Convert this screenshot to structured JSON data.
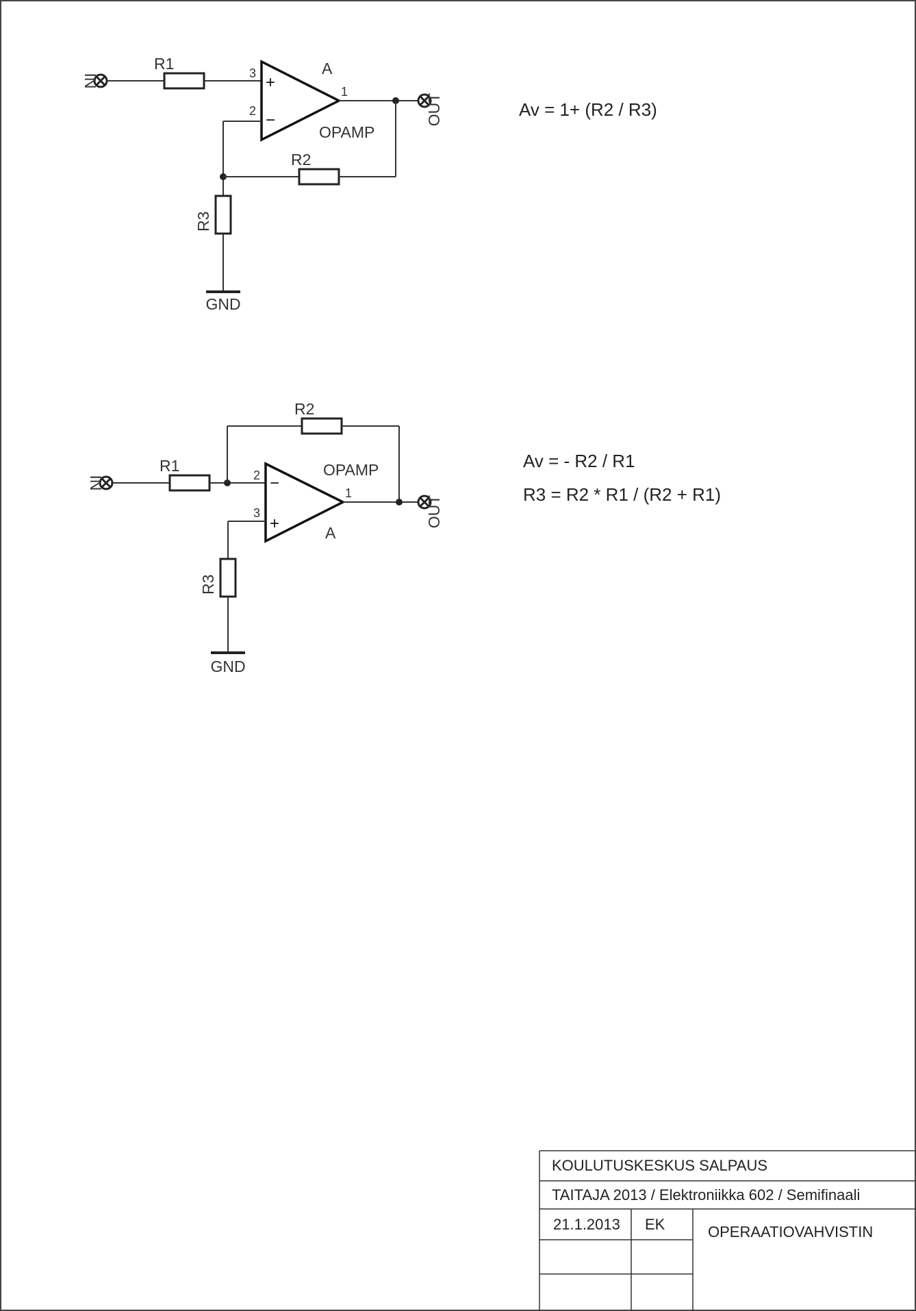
{
  "circuit1": {
    "in_label": "IN",
    "out_label": "OUT",
    "r1": "R1",
    "r2": "R2",
    "r3": "R3",
    "gnd": "GND",
    "opamp": "OPAMP",
    "amp_ref": "A",
    "pin_noninv": "3",
    "pin_inv": "2",
    "pin_out": "1",
    "plus": "+",
    "minus": "−",
    "formula": "Av = 1+ (R2 / R3)"
  },
  "circuit2": {
    "in_label": "IN",
    "out_label": "OUT",
    "r1": "R1",
    "r2": "R2",
    "r3": "R3",
    "gnd": "GND",
    "opamp": "OPAMP",
    "amp_ref": "A",
    "pin_inv": "2",
    "pin_noninv": "3",
    "pin_out": "1",
    "plus": "+",
    "minus": "−",
    "formula_gain": "Av = - R2 / R1",
    "formula_r3": "R3 = R2 * R1 / (R2 + R1)"
  },
  "title_block": {
    "organization": "KOULUTUSKESKUS SALPAUS",
    "project": "TAITAJA 2013 / Elektroniikka 602 / Semifinaali",
    "date": "21.1.2013",
    "author": "EK",
    "title": "OPERAATIOVAHVISTIN"
  }
}
